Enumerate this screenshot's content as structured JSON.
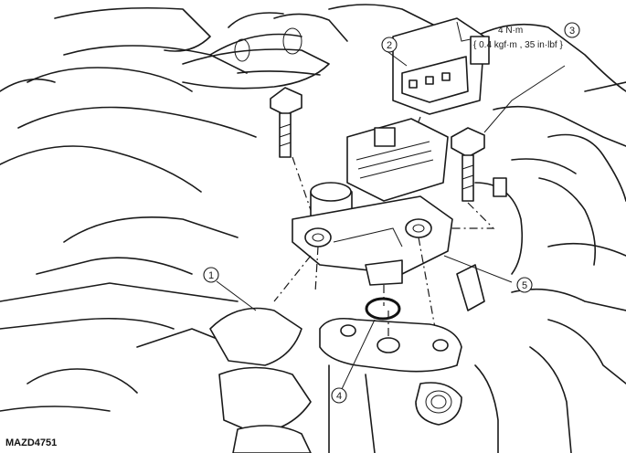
{
  "callouts": [
    {
      "id": "1",
      "label": "1"
    },
    {
      "id": "2",
      "label": "2"
    },
    {
      "id": "3",
      "label": "3"
    },
    {
      "id": "4",
      "label": "4"
    },
    {
      "id": "5",
      "label": "5"
    }
  ],
  "torque_spec": {
    "line1": "4 N·m",
    "line2": "{ 0.4 kgf·m , 35 in·lbf }"
  },
  "figure_code": "MAZD4751"
}
